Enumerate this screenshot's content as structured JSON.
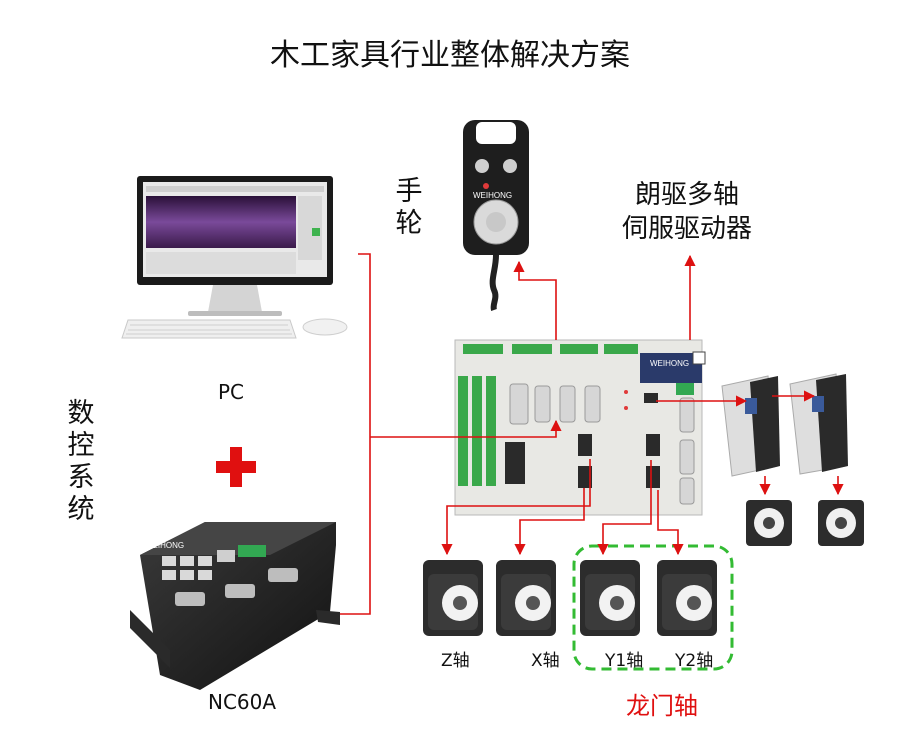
{
  "title": "木工家具行业整体解决方案",
  "labels": {
    "pc": "PC",
    "cnc_system": [
      "数",
      "控",
      "系",
      "统"
    ],
    "nc60a": "NC60A",
    "handwheel": [
      "手",
      "轮"
    ],
    "servo_drive_line1": "朗驱多轴",
    "servo_drive_line2": "伺服驱动器",
    "axis_z": "Z轴",
    "axis_x": "X轴",
    "axis_y1": "Y1轴",
    "axis_y2": "Y2轴",
    "gantry": "龙门轴"
  },
  "device_marks": {
    "handwheel_brand": "WEIHONG",
    "controller_brand": "WEIHONG",
    "nc_box_brand": "WEIHONG"
  },
  "colors": {
    "connection_line": "#dd1111",
    "gantry_border": "#33bb33",
    "plus_sign": "#e01010",
    "gantry_text": "#e01010"
  }
}
